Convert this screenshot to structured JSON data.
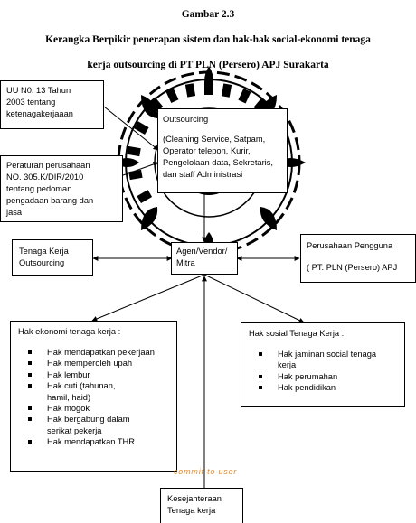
{
  "headings": {
    "figure": "Gambar 2.3",
    "title_line1": "Kerangka Berpikir penerapan sistem dan hak-hak social-ekonomi tenaga",
    "title_line2": "kerja outsourcing di PT PLN (Persero) APJ Surakarta"
  },
  "boxes": {
    "uu": {
      "lines": [
        "UU N0. 13 Tahun",
        "2003 tentang",
        "ketenagakerjaaan"
      ]
    },
    "peraturan": {
      "lines": [
        "Peraturan perusahaan",
        "NO. 305.K/DIR/2010",
        "tentang pedoman",
        "pengadaan barang dan",
        "jasa"
      ]
    },
    "outsourcing": {
      "title": "Outsourcing",
      "lines": [
        "(Cleaning Service, Satpam,",
        "Operator telepon, Kurir,",
        "Pengelolaan data, Sekretaris,",
        "dan staff Administrasi"
      ]
    },
    "tenaga": {
      "lines": [
        "Tenaga Kerja",
        "Outsourcing"
      ]
    },
    "agen": {
      "lines": [
        "Agen/Vendor/",
        "Mitra"
      ]
    },
    "pengguna": {
      "title": "Perusahaan Pengguna",
      "sub": "( PT. PLN (Persero) APJ"
    },
    "ekonomi": {
      "title": "Hak ekonomi tenaga kerja :",
      "items": [
        "Hak mendapatkan pekerjaan",
        "Hak memperoleh upah",
        "Hak lembur",
        "Hak cuti (tahunan, hamil, haid)",
        "Hak mogok",
        "Hak bergabung dalam serikat pekerja",
        "Hak mendapatkan THR"
      ]
    },
    "sosial": {
      "title": "Hak sosial Tenaga Kerja :",
      "items": [
        "Hak jaminan social tenaga kerja",
        "Hak perumahan",
        "Hak pendidikan"
      ]
    },
    "kesejahteraan": {
      "lines": [
        "Kesejahteraan",
        "Tenaga kerja"
      ]
    }
  },
  "watermark": "commit to user",
  "colors": {
    "watermark": "#e08a2a",
    "lines": "#000000",
    "seal": "#000000"
  }
}
